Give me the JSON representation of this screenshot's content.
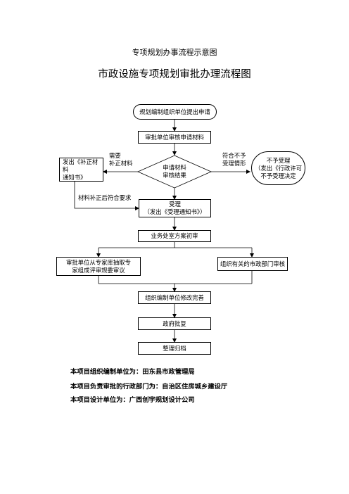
{
  "titles": {
    "main": "专项规划办事流程示意图",
    "sub": "市政设施专项规划审批办理流程图"
  },
  "nodes": {
    "start": "规划编制组织单位提出申请",
    "review_materials": "审批单位审核申请材料",
    "supplement_line1": "发出《补正材料",
    "supplement_line2": "通知书》",
    "decision_line1": "申请材料",
    "decision_line2": "审核结果",
    "reject_line1": "不予受理",
    "reject_line2": "（发出《行政许可",
    "reject_line3": "不予受理决定",
    "accept_line1": "受理",
    "accept_line2": "（发出《受理通知书》）",
    "initial_review": "业务处室方案初审",
    "expert_review_line1": "审批单位从专家库抽取专",
    "expert_review_line2": "家组成评审规委审议",
    "dept_review": "组织有关的市政部门审核",
    "revise": "组织编制单位修改完善",
    "gov_approval": "政府批复",
    "archive": "整理归档"
  },
  "edge_labels": {
    "need_line1": "需要",
    "need_line2": "补正材料",
    "no_accept_line1": "符合不予",
    "no_accept_line2": "受理情形",
    "resubmit": "材料补正后符合要求"
  },
  "footer": {
    "org_unit": "本项目组织编制单位为：田东县市政管理局",
    "approval_dept": "本项目负责审批的行政部门为：自治区住房城乡建设厅",
    "design_unit": "本项目设计单位为：广西创宇规划设计公司"
  }
}
